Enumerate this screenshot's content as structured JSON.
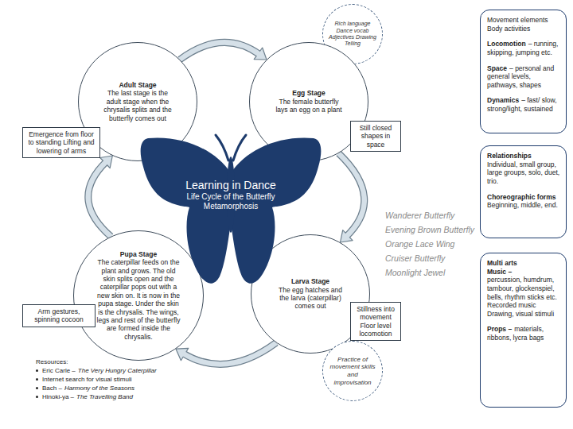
{
  "diagram": {
    "nodes": [
      {
        "text": [
          "Rich language Dance vocab Adjectives Drawing Telling"
        ]
      },
      {
        "text": [
          "Adult Stage",
          "The last stage is the adult stage when the chrysalis splits and the butterfly comes out"
        ]
      },
      {
        "text": [
          "Egg Stage",
          "The female butterfly lays an egg on a plant"
        ]
      },
      {
        "text": [
          "Emergence from floor to standing Lifting and lowering of arms"
        ]
      },
      {
        "text": [
          "Still closed shapes in space"
        ]
      },
      {
        "text": [
          "Learning in Dance",
          "Life Cycle of the Butterfly Metamorphosis"
        ]
      },
      {
        "text": [
          "Pupa Stage",
          "The caterpillar feeds on the plant and grows. The old skin splits open and the caterpillar pops out with a new skin on. It is now in the pupa stage. Under the skin is the chrysalis. The wings, legs and rest of the butterfly are formed inside the chrysalis."
        ]
      },
      {
        "text": [
          "Larva Stage",
          "The egg hatches and the larva (caterpillar) comes out"
        ]
      },
      {
        "text": [
          "Arm gestures, spinning cocoon"
        ]
      },
      {
        "text": [
          "Stillness into movement Floor level locomotion"
        ]
      },
      {
        "text": [
          "Practice of movement skills and improvisation"
        ]
      },
      {
        "text": [
          "Movement elements Body activities",
          "Locomotion",
          "– running, skipping, jumping etc.",
          "Space",
          "– personal and general levels, pathways, shapes",
          "Dynamics",
          "– fast/ slow, strong/light, sustained"
        ]
      },
      {
        "text": [
          "Relationships",
          "Individual, small group, large groups, solo, duet, trio.",
          "Choreographic forms",
          "Beginning, middle, end."
        ]
      },
      {
        "text": [
          "Multi arts",
          "Music –",
          "percussion, humdrum, tambour, glockenspiel, bells, rhythm sticks etc. Recorded music Drawing, visual stimuli",
          "Props –",
          "materials, ribbons, lycra bags"
        ]
      }
    ],
    "edges": [
      {
        "from": 1,
        "to": 2,
        "arrow": "to"
      },
      {
        "from": 2,
        "to": 7,
        "arrow": "to"
      },
      {
        "from": 7,
        "to": 6,
        "arrow": "to"
      },
      {
        "from": 6,
        "to": 1,
        "arrow": "to"
      }
    ],
    "labels": [
      "Wanderer Butterfly",
      "Evening Brown Butterfly",
      "Orange Lace Wing",
      "Cruiser Butterfly",
      "Moonlight Jewel",
      "Resources:",
      "Eric Carle –",
      "The Very Hungry Caterpillar",
      "Internet search for visual stimuli",
      "Bach –",
      "Harmony of the Seasons",
      "Hinoki-ya –",
      "The Travelling Band"
    ]
  }
}
